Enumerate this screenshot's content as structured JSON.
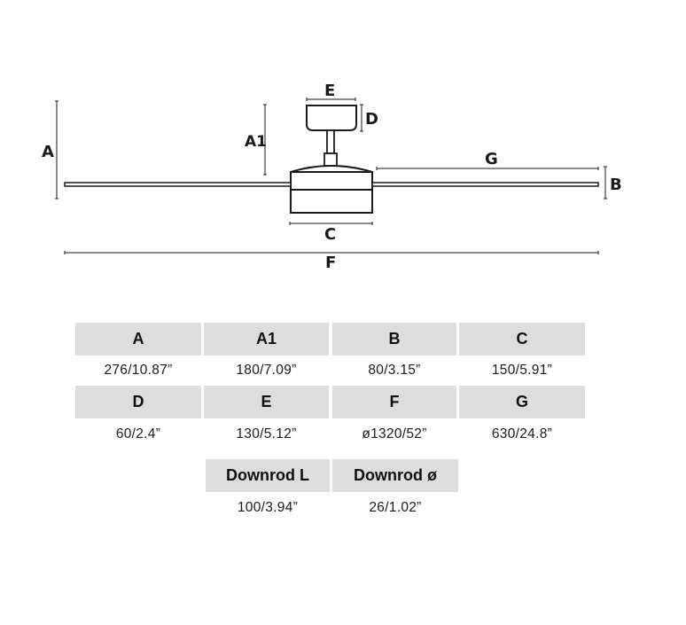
{
  "diagram": {
    "title": "Ceiling fan dimensions",
    "labels": {
      "A": "A",
      "A1": "A1",
      "B": "B",
      "C": "C",
      "D": "D",
      "E": "E",
      "F": "F",
      "G": "G"
    }
  },
  "table": {
    "rows": [
      {
        "cells": [
          {
            "label": "A",
            "value": "276/10.87”"
          },
          {
            "label": "A1",
            "value": "180/7.09”"
          },
          {
            "label": "B",
            "value": "80/3.15”"
          },
          {
            "label": "C",
            "value": "150/5.91”"
          }
        ]
      },
      {
        "cells": [
          {
            "label": "D",
            "value": "60/2.4”"
          },
          {
            "label": "E",
            "value": "130/5.12”"
          },
          {
            "label": "F",
            "value": "ø1320/52”"
          },
          {
            "label": "G",
            "value": "630/24.8”"
          }
        ]
      },
      {
        "cells": [
          {
            "label": "Downrod L",
            "value": "100/3.94”"
          },
          {
            "label": "Downrod ø",
            "value": "26/1.02”"
          }
        ]
      }
    ]
  },
  "colors": {
    "line": "#1a1a1a",
    "header_bg": "#dddddd",
    "background": "#ffffff"
  }
}
